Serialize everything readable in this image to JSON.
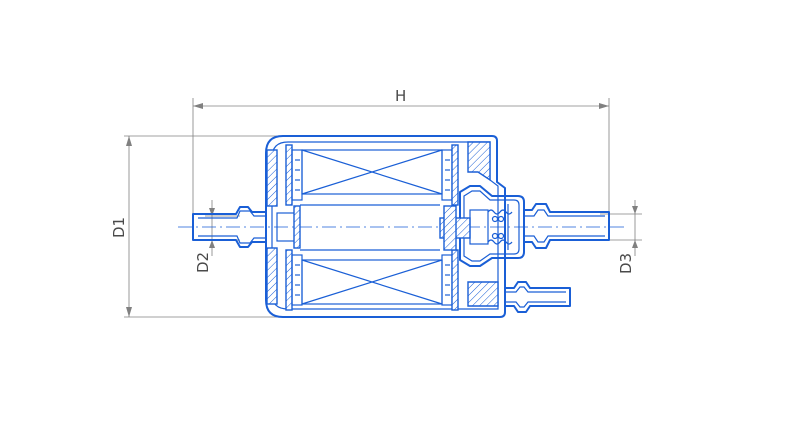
{
  "dimensions": {
    "height_label": "H",
    "outer_diameter_label": "D1",
    "inlet_diameter_label": "D2",
    "outlet_diameter_label": "D3"
  },
  "colors": {
    "outline": "#1a5fd6",
    "dimension": "#808080",
    "text": "#4a4a4a",
    "background": "#ffffff"
  }
}
